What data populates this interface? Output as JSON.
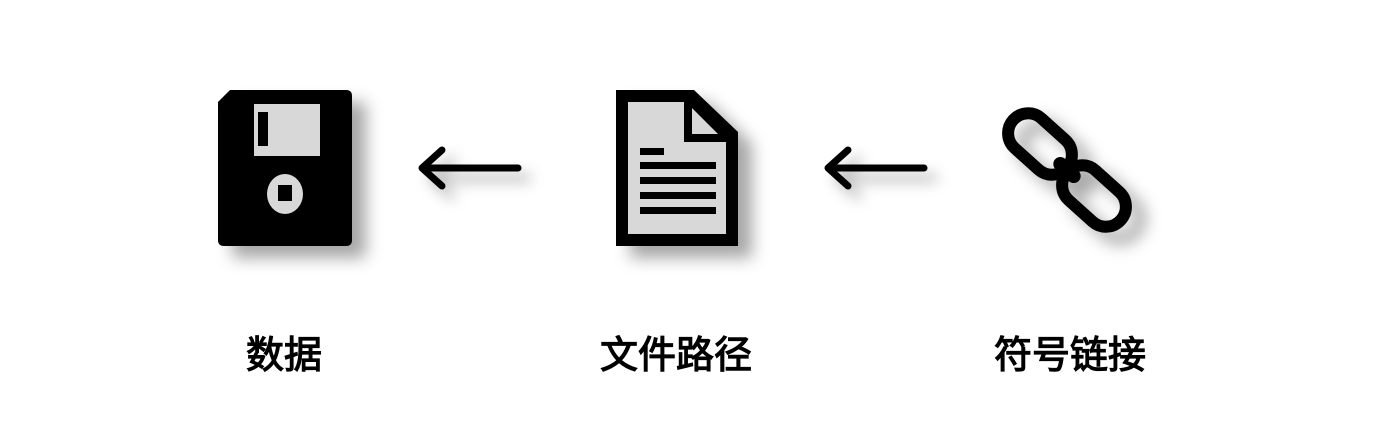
{
  "nodes": [
    {
      "id": "data",
      "label": "数据",
      "icon": "floppy-disk-icon"
    },
    {
      "id": "filepath",
      "label": "文件路径",
      "icon": "document-icon"
    },
    {
      "id": "symlink",
      "label": "符号链接",
      "icon": "chain-link-icon"
    }
  ],
  "edges": [
    {
      "from": "filepath",
      "to": "data",
      "style": "left-arrow"
    },
    {
      "from": "symlink",
      "to": "filepath",
      "style": "left-arrow"
    }
  ],
  "colors": {
    "foreground": "#000000",
    "background": "#ffffff",
    "icon_highlight": "#d8d8d8"
  }
}
